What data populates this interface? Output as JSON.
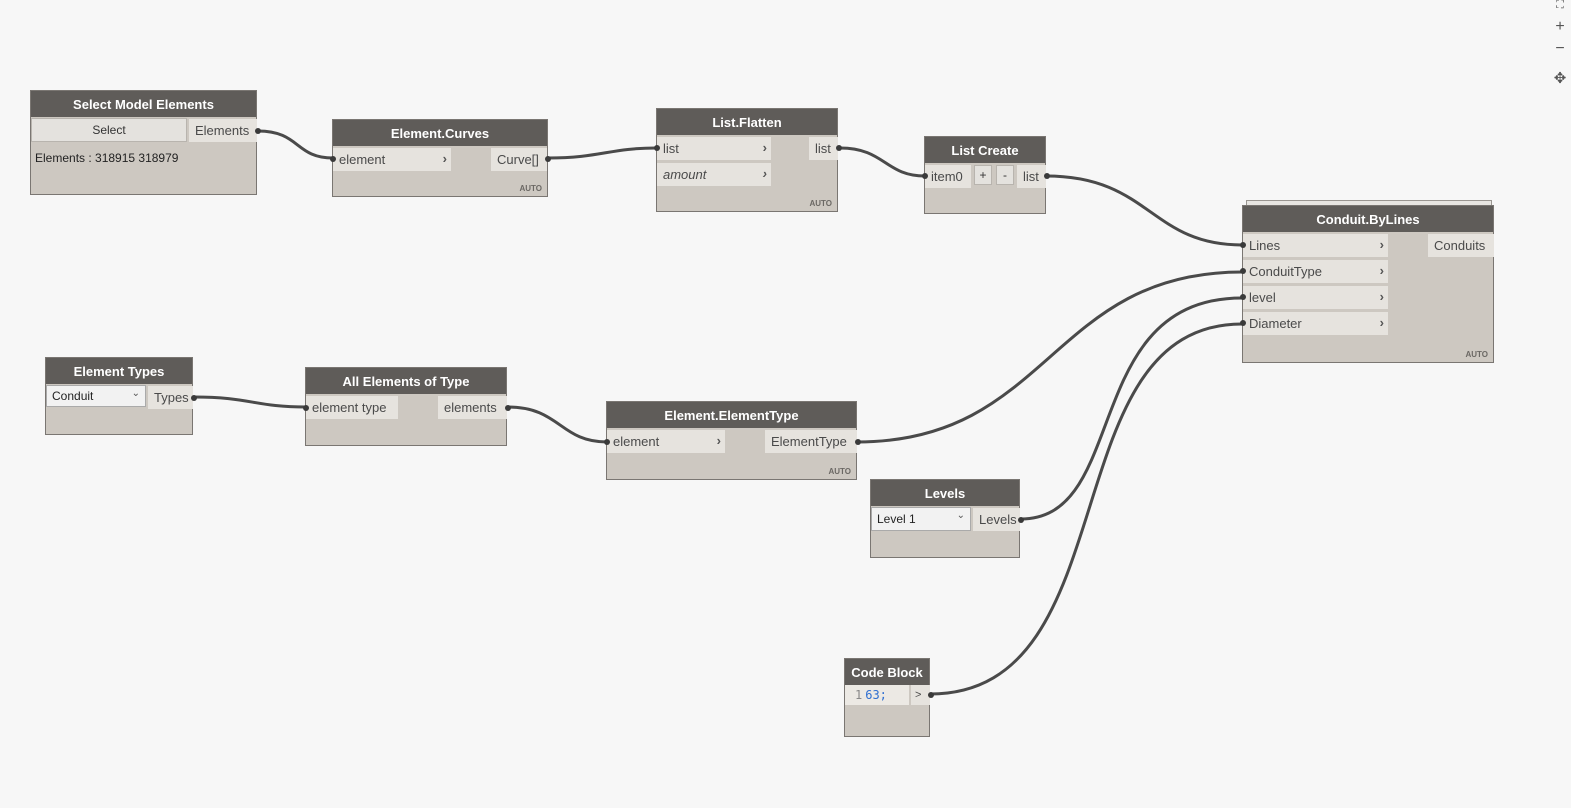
{
  "canvas": {
    "zoom_controls": {
      "fit_icon": "fit-view-icon",
      "zoom_in": "+",
      "zoom_out": "−",
      "pan_icon": "pan-icon"
    }
  },
  "nodes": {
    "select_model_elements": {
      "title": "Select Model Elements",
      "button": "Select",
      "output": "Elements",
      "info": "Elements : 318915 318979"
    },
    "element_curves": {
      "title": "Element.Curves",
      "input": "element",
      "output": "Curve[]",
      "lacing": "AUTO"
    },
    "list_flatten": {
      "title": "List.Flatten",
      "inputs": [
        "list",
        "amount"
      ],
      "output": "list",
      "lacing": "AUTO"
    },
    "list_create": {
      "title": "List Create",
      "input": "item0",
      "add_label": "+",
      "remove_label": "-",
      "output": "list"
    },
    "conduit_bylines": {
      "title": "Conduit.ByLines",
      "inputs": [
        "Lines",
        "ConduitType",
        "level",
        "Diameter"
      ],
      "output": "Conduits",
      "lacing": "AUTO"
    },
    "element_types": {
      "title": "Element Types",
      "selected": "Conduit",
      "output": "Types"
    },
    "all_elements_of_type": {
      "title": "All Elements of Type",
      "input": "element type",
      "output": "elements"
    },
    "element_elementtype": {
      "title": "Element.ElementType",
      "input": "element",
      "output": "ElementType",
      "lacing": "AUTO"
    },
    "levels": {
      "title": "Levels",
      "selected": "Level 1",
      "output": "Levels"
    },
    "code_block": {
      "title": "Code Block",
      "line_number": "1",
      "code": "63;",
      "output": ">"
    }
  },
  "colors": {
    "header": "#5f5c59",
    "body": "#cdc8c1",
    "port": "#e6e3de",
    "wire": "#4a4a4a",
    "code_number": "#2f6fd1"
  }
}
